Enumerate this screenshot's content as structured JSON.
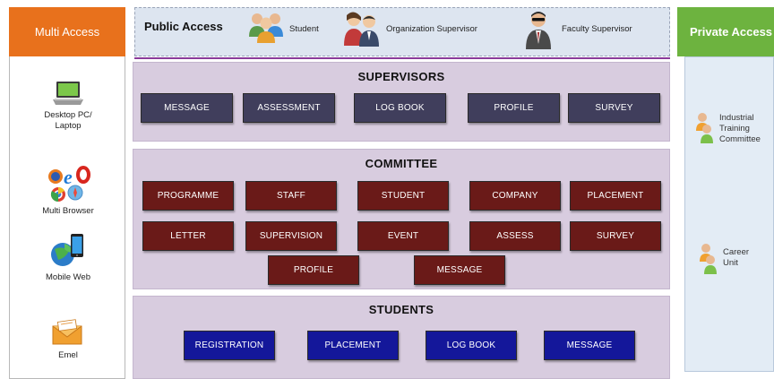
{
  "multi_access": {
    "title": "Multi Access",
    "devices": [
      {
        "label": "Desktop PC/\nLaptop",
        "icon": "laptop-icon"
      },
      {
        "label": "Multi Browser",
        "icon": "browsers-icon"
      },
      {
        "label": "Mobile Web",
        "icon": "mobile-icon"
      },
      {
        "label": "Emel",
        "icon": "email-icon"
      }
    ]
  },
  "public_access": {
    "title": "Public Access",
    "roles": [
      {
        "label": "Student",
        "icon": "students-icon"
      },
      {
        "label": "Organization Supervisor",
        "icon": "organization-supervisor-icon"
      },
      {
        "label": "Faculty Supervisor",
        "icon": "faculty-supervisor-icon"
      }
    ]
  },
  "private_access": {
    "title": "Private Access",
    "items": [
      {
        "label": "Industrial\nTraining\nCommittee",
        "icon": "committee-users-icon"
      },
      {
        "label": "Career\nUnit",
        "icon": "career-users-icon"
      }
    ]
  },
  "supervisors": {
    "title": "SUPERVISORS",
    "buttons": [
      "MESSAGE",
      "ASSESSMENT",
      "LOG BOOK",
      "PROFILE",
      "SURVEY"
    ]
  },
  "committee": {
    "title": "COMMITTEE",
    "row1": [
      "PROGRAMME",
      "STAFF",
      "STUDENT",
      "COMPANY",
      "PLACEMENT"
    ],
    "row2": [
      "LETTER",
      "SUPERVISION",
      "EVENT",
      "ASSESS",
      "SURVEY"
    ],
    "row3": [
      "PROFILE",
      "MESSAGE"
    ]
  },
  "students": {
    "title": "STUDENTS",
    "buttons": [
      "REGISTRATION",
      "PLACEMENT",
      "LOG BOOK",
      "MESSAGE"
    ]
  },
  "colors": {
    "multi_access": "#e8711c",
    "private_access": "#6db33f",
    "supervisor_button": "#403e5c",
    "committee_button": "#6a1a18",
    "student_button": "#14179a",
    "section_bg": "#d8ccdf"
  }
}
